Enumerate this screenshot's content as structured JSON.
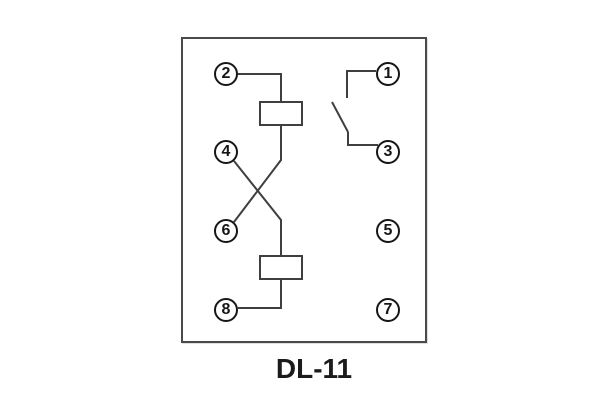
{
  "title": "DL-11",
  "relay_diagram": {
    "terminals": [
      {
        "id": 1,
        "label": "1"
      },
      {
        "id": 2,
        "label": "2"
      },
      {
        "id": 3,
        "label": "3"
      },
      {
        "id": 4,
        "label": "4"
      },
      {
        "id": 5,
        "label": "5"
      },
      {
        "id": 6,
        "label": "6"
      },
      {
        "id": 7,
        "label": "7"
      },
      {
        "id": 8,
        "label": "8"
      }
    ],
    "components": [
      {
        "name": "coil-1",
        "type": "coil"
      },
      {
        "name": "coil-2",
        "type": "coil"
      },
      {
        "name": "contact-1-3",
        "type": "normally-open-contact"
      }
    ],
    "connections": [
      "terminal-2 to coil-1",
      "coil-1 to terminal-6 (crossed wire)",
      "terminal-4 to coil-2 (crossed wire)",
      "coil-2 to terminal-8",
      "terminal-1 to open contact to terminal-3"
    ]
  },
  "colors": {
    "background": "#ffffff",
    "line": "#3f3f3f",
    "terminal": "#161616",
    "border": "#4a4a4a",
    "text": "#1b1b1b"
  }
}
